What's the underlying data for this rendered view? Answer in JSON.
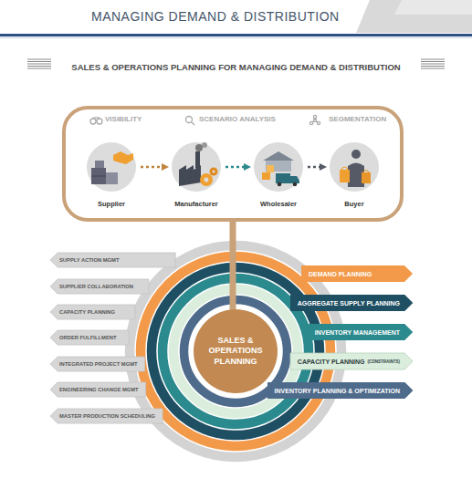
{
  "diagram": {
    "title": "MANAGING DEMAND & DISTRIBUTION",
    "nodes": [
      {
        "text": [
          "VISIBILITY",
          "SCENARIO ANALYSIS",
          "SEGMENTATION"
        ]
      },
      {
        "text": [
          "Supplier"
        ],
        "in": 0
      },
      {
        "text": [
          "Manufacturer"
        ],
        "in": 0
      },
      {
        "text": [
          "Wholesaler"
        ],
        "in": 0
      },
      {
        "text": [
          "Buyer"
        ],
        "in": 0
      },
      {
        "text": [
          "SALES & OPERATIONS PLANNING"
        ]
      },
      {
        "text": [
          "SUPPLY ACTION MGMT"
        ]
      },
      {
        "text": [
          "SUPPLIER COLLABORATION"
        ]
      },
      {
        "text": [
          "CAPACITY PLANNING"
        ]
      },
      {
        "text": [
          "ORDER FULFILLMENT"
        ]
      },
      {
        "text": [
          "INTEGRATED PROJECT MGMT"
        ]
      },
      {
        "text": [
          "ENGINEERING CHANGE MGMT"
        ]
      },
      {
        "text": [
          "MASTER PRODUCTION SCHEDULING"
        ]
      },
      {
        "text": [
          "DEMAND PLANNING"
        ]
      },
      {
        "text": [
          "AGGREGATE SUPPLY PLANNING"
        ]
      },
      {
        "text": [
          "INVENTORY MANAGEMENT"
        ]
      },
      {
        "text": [
          "CAPACITY PLANNING",
          "(CONSTRAINTS)"
        ]
      },
      {
        "text": [
          "INVENTORY PLANNING & OPTIMIZATION"
        ]
      }
    ],
    "edges": [
      {
        "from": 1,
        "to": 2,
        "arrow": "to"
      },
      {
        "from": 2,
        "to": 3,
        "arrow": "to"
      },
      {
        "from": 3,
        "to": 4,
        "arrow": "to"
      },
      {
        "from": 0,
        "to": 5,
        "arrow": "none"
      }
    ],
    "labels": [
      "SALES & OPERATIONS PLANNING FOR MANAGING DEMAND & DISTRIBUTION"
    ]
  }
}
